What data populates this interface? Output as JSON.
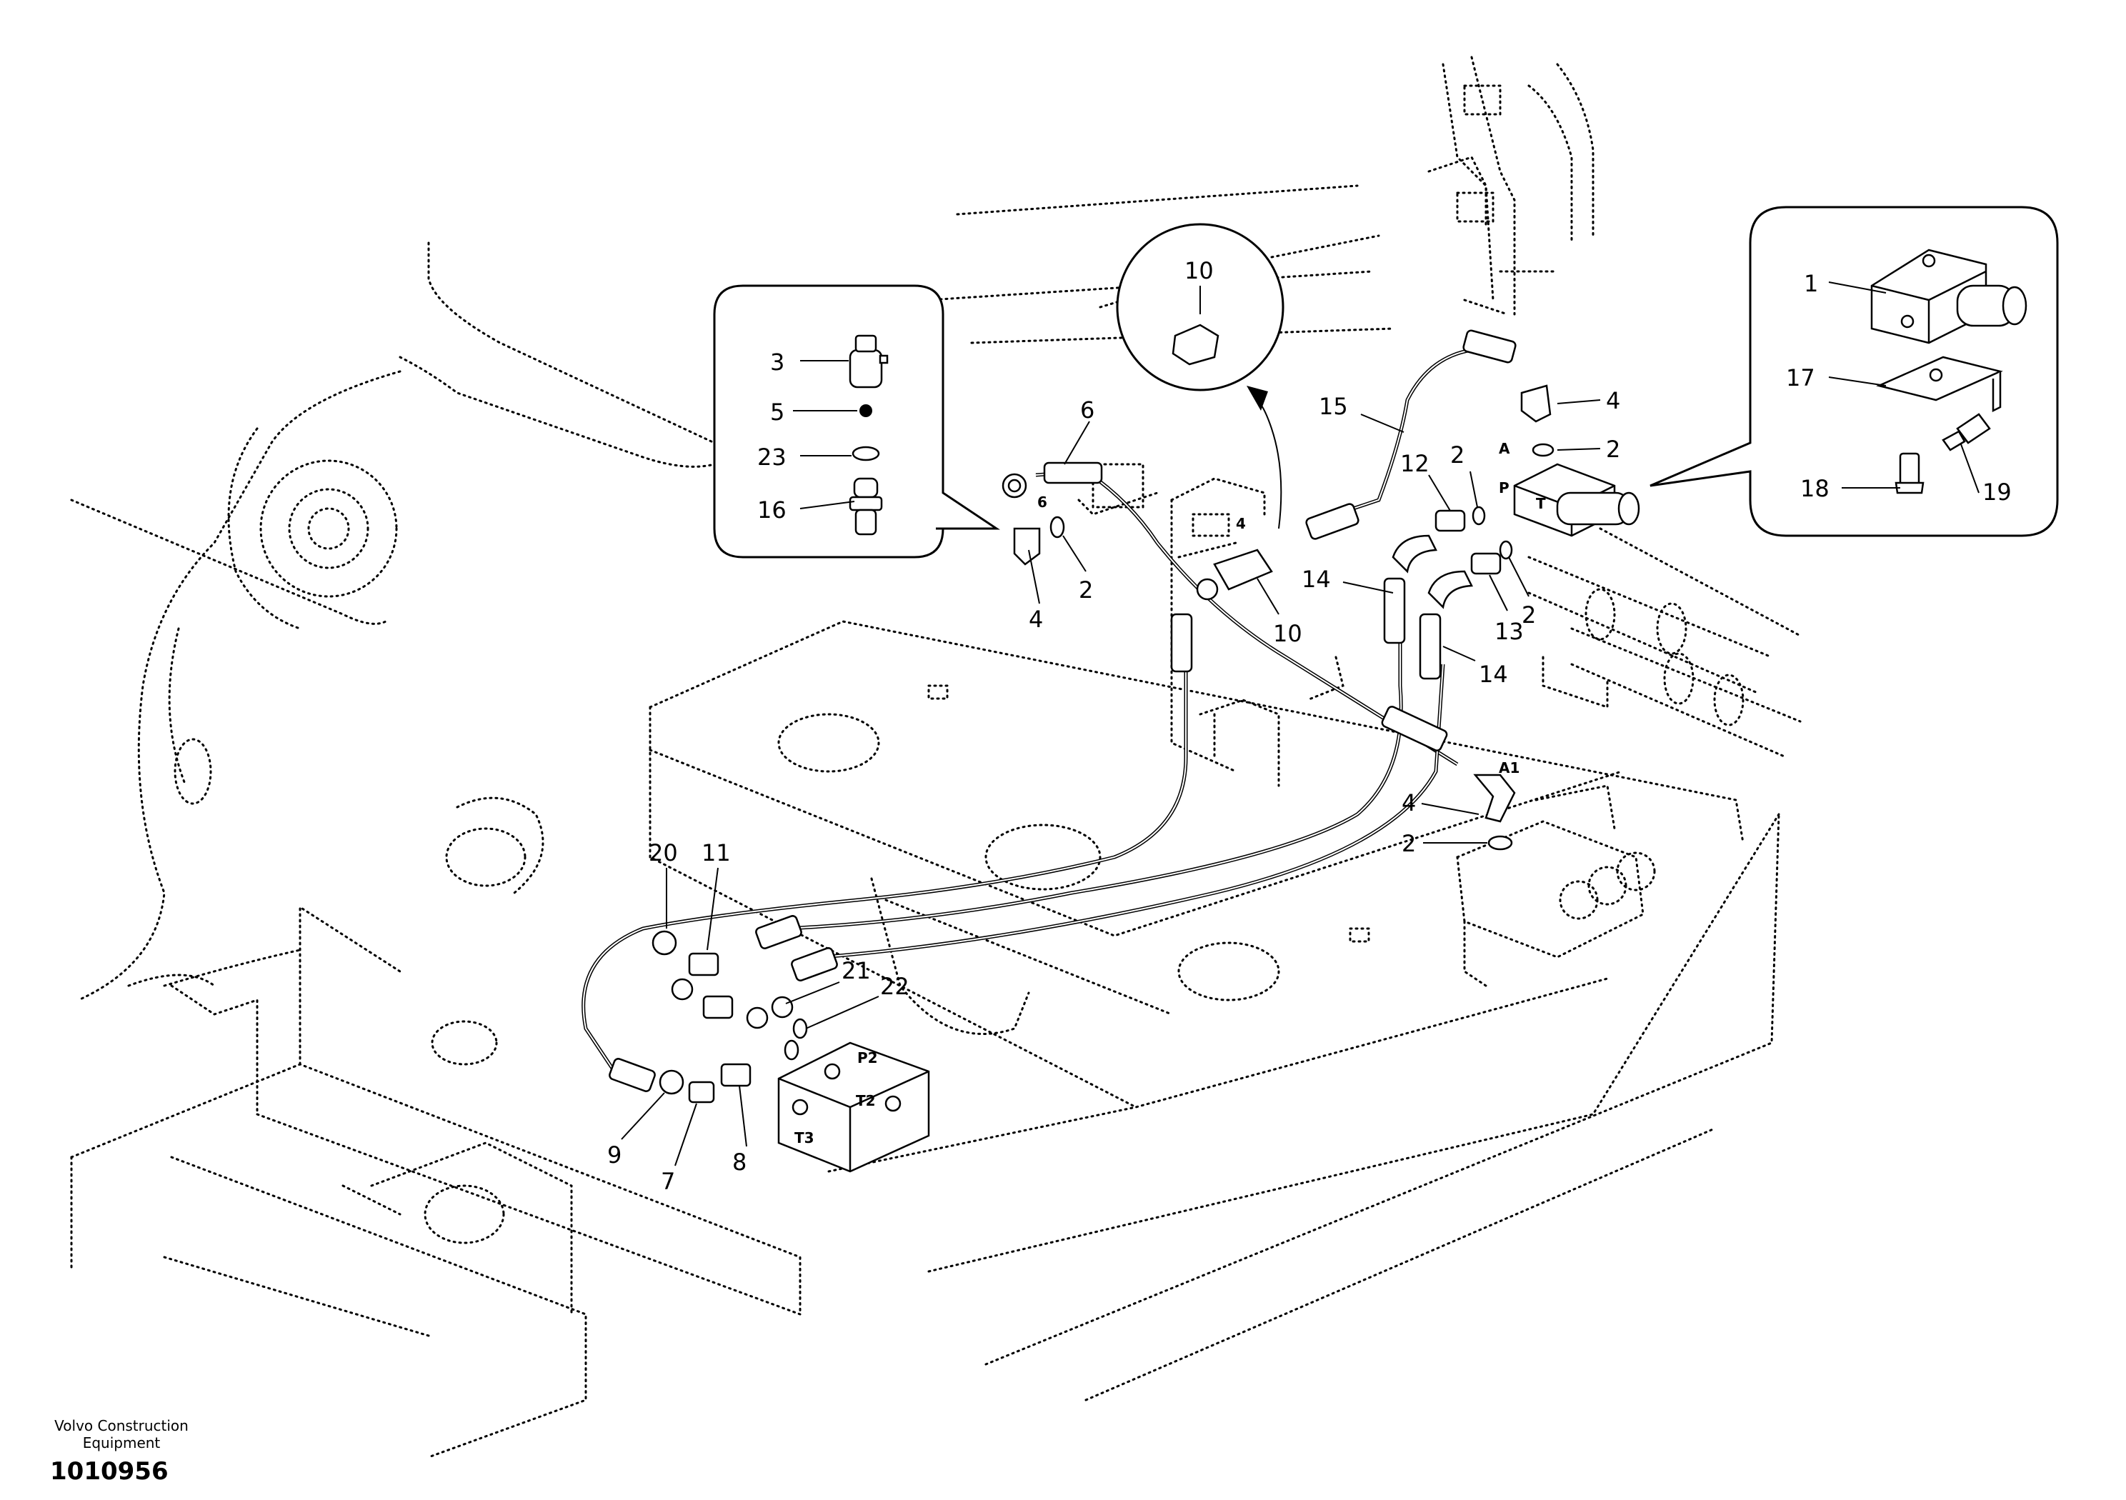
{
  "footer": {
    "company_line1": "Volvo Construction",
    "company_line2": "Equipment",
    "drawing_number": "1010956"
  },
  "callouts": {
    "c1": "1",
    "c2a": "2",
    "c2b": "2",
    "c2c": "2",
    "c2d": "2",
    "c2e": "2",
    "c3": "3",
    "c4a": "4",
    "c4b": "4",
    "c4c": "4",
    "c5": "5",
    "c6": "6",
    "c7": "7",
    "c8": "8",
    "c9": "9",
    "c10a": "10",
    "c10b": "10",
    "c11": "11",
    "c12": "12",
    "c13": "13",
    "c14a": "14",
    "c14b": "14",
    "c15": "15",
    "c16": "16",
    "c17": "17",
    "c18": "18",
    "c19": "19",
    "c20": "20",
    "c21": "21",
    "c22": "22",
    "c23": "23"
  },
  "ports": {
    "a": "A",
    "p": "P",
    "t": "T",
    "a1": "A1",
    "p2": "P2",
    "t2": "T2",
    "t3": "T3",
    "small4": "4",
    "small6": "6"
  }
}
